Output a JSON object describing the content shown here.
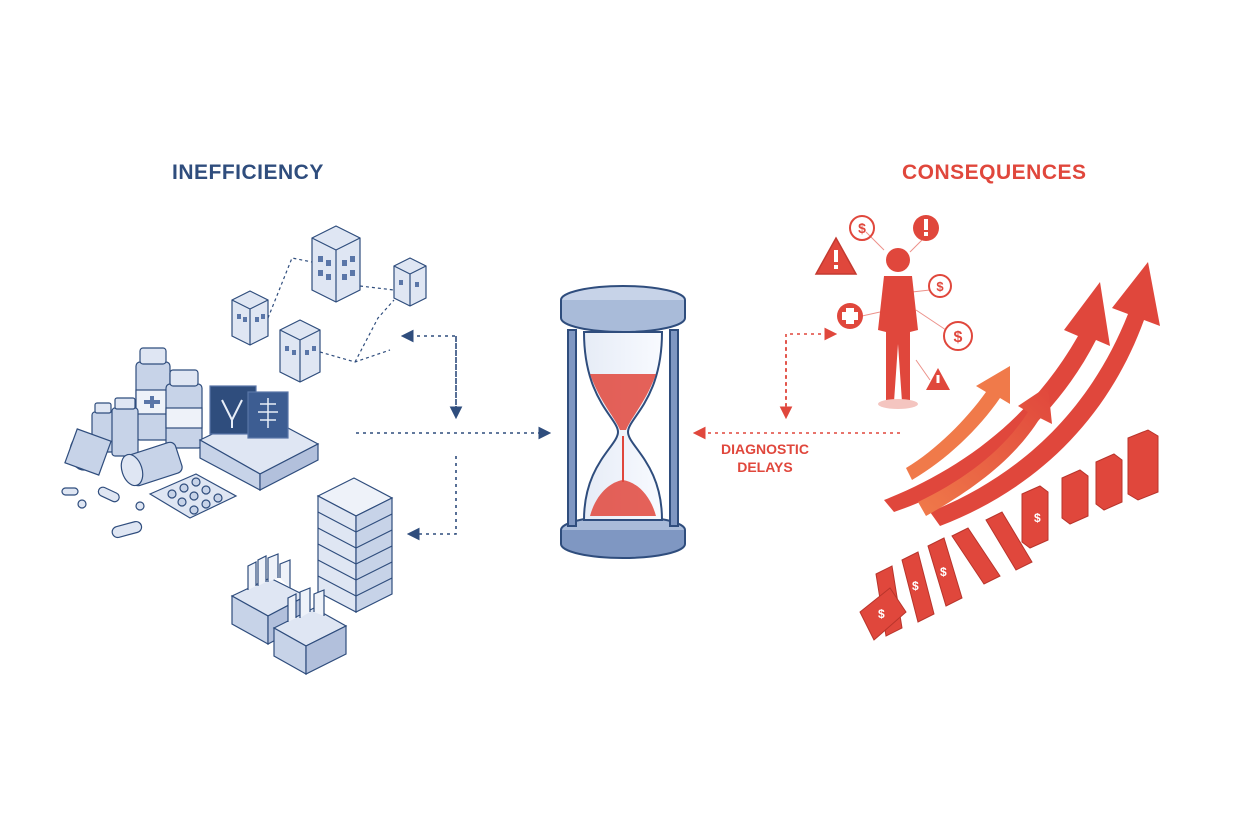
{
  "headings": {
    "left": "INEFFICIENCY",
    "right": "CONSEQUENCES"
  },
  "center_label": {
    "line1": "DIAGNOSTIC",
    "line2": "DELAYS"
  },
  "colors": {
    "blue_dark": "#2f4d7d",
    "blue_mid": "#5a76a8",
    "blue_light": "#c7d3e8",
    "red": "#e0473c",
    "red_light": "#f4a19a",
    "orange": "#f07a4a"
  },
  "icons": {
    "left_cluster": [
      "hospital-building-icon",
      "pill-bottle-icon",
      "pill-blister-icon",
      "capsule-icon",
      "x-ray-film-icon",
      "paper-stack-icon",
      "file-box-icon"
    ],
    "center": "hourglass-icon",
    "right_cluster": [
      "person-figure-icon",
      "warning-icon",
      "dollar-coin-icon",
      "medical-cross-icon",
      "alert-icon",
      "rising-arrow-icon",
      "falling-domino-icon"
    ]
  }
}
